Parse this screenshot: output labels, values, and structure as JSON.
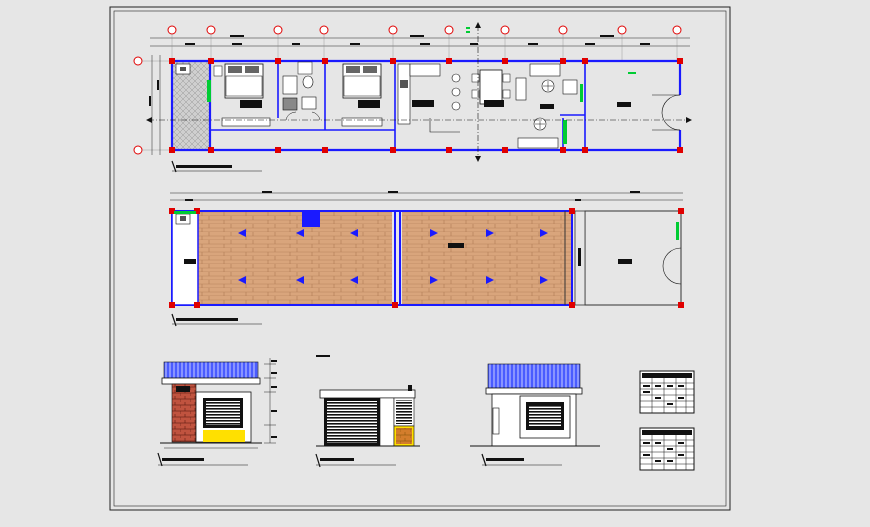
{
  "drawing": {
    "colors": {
      "background": "#e6e6e6",
      "frame": "#222222",
      "wall": "#1a1aff",
      "column": "#e00000",
      "door_green": "#00cc33",
      "dim_line": "#222222",
      "wood_floor": "#d9a57c",
      "wood_line": "#b07a52",
      "tile_floor": "#c9c9c9",
      "brick": "#b84a3a",
      "yellow": "#ffe000",
      "roof": "#3a4fff"
    },
    "views": [
      {
        "id": "ground-floor-plan",
        "type": "floor-plan"
      },
      {
        "id": "roof-plan",
        "type": "roof-plan"
      },
      {
        "id": "front-elevation",
        "type": "elevation"
      },
      {
        "id": "section",
        "type": "section"
      },
      {
        "id": "side-elevation",
        "type": "elevation"
      },
      {
        "id": "schedule-table-1",
        "type": "table"
      },
      {
        "id": "schedule-table-2",
        "type": "table"
      }
    ]
  }
}
